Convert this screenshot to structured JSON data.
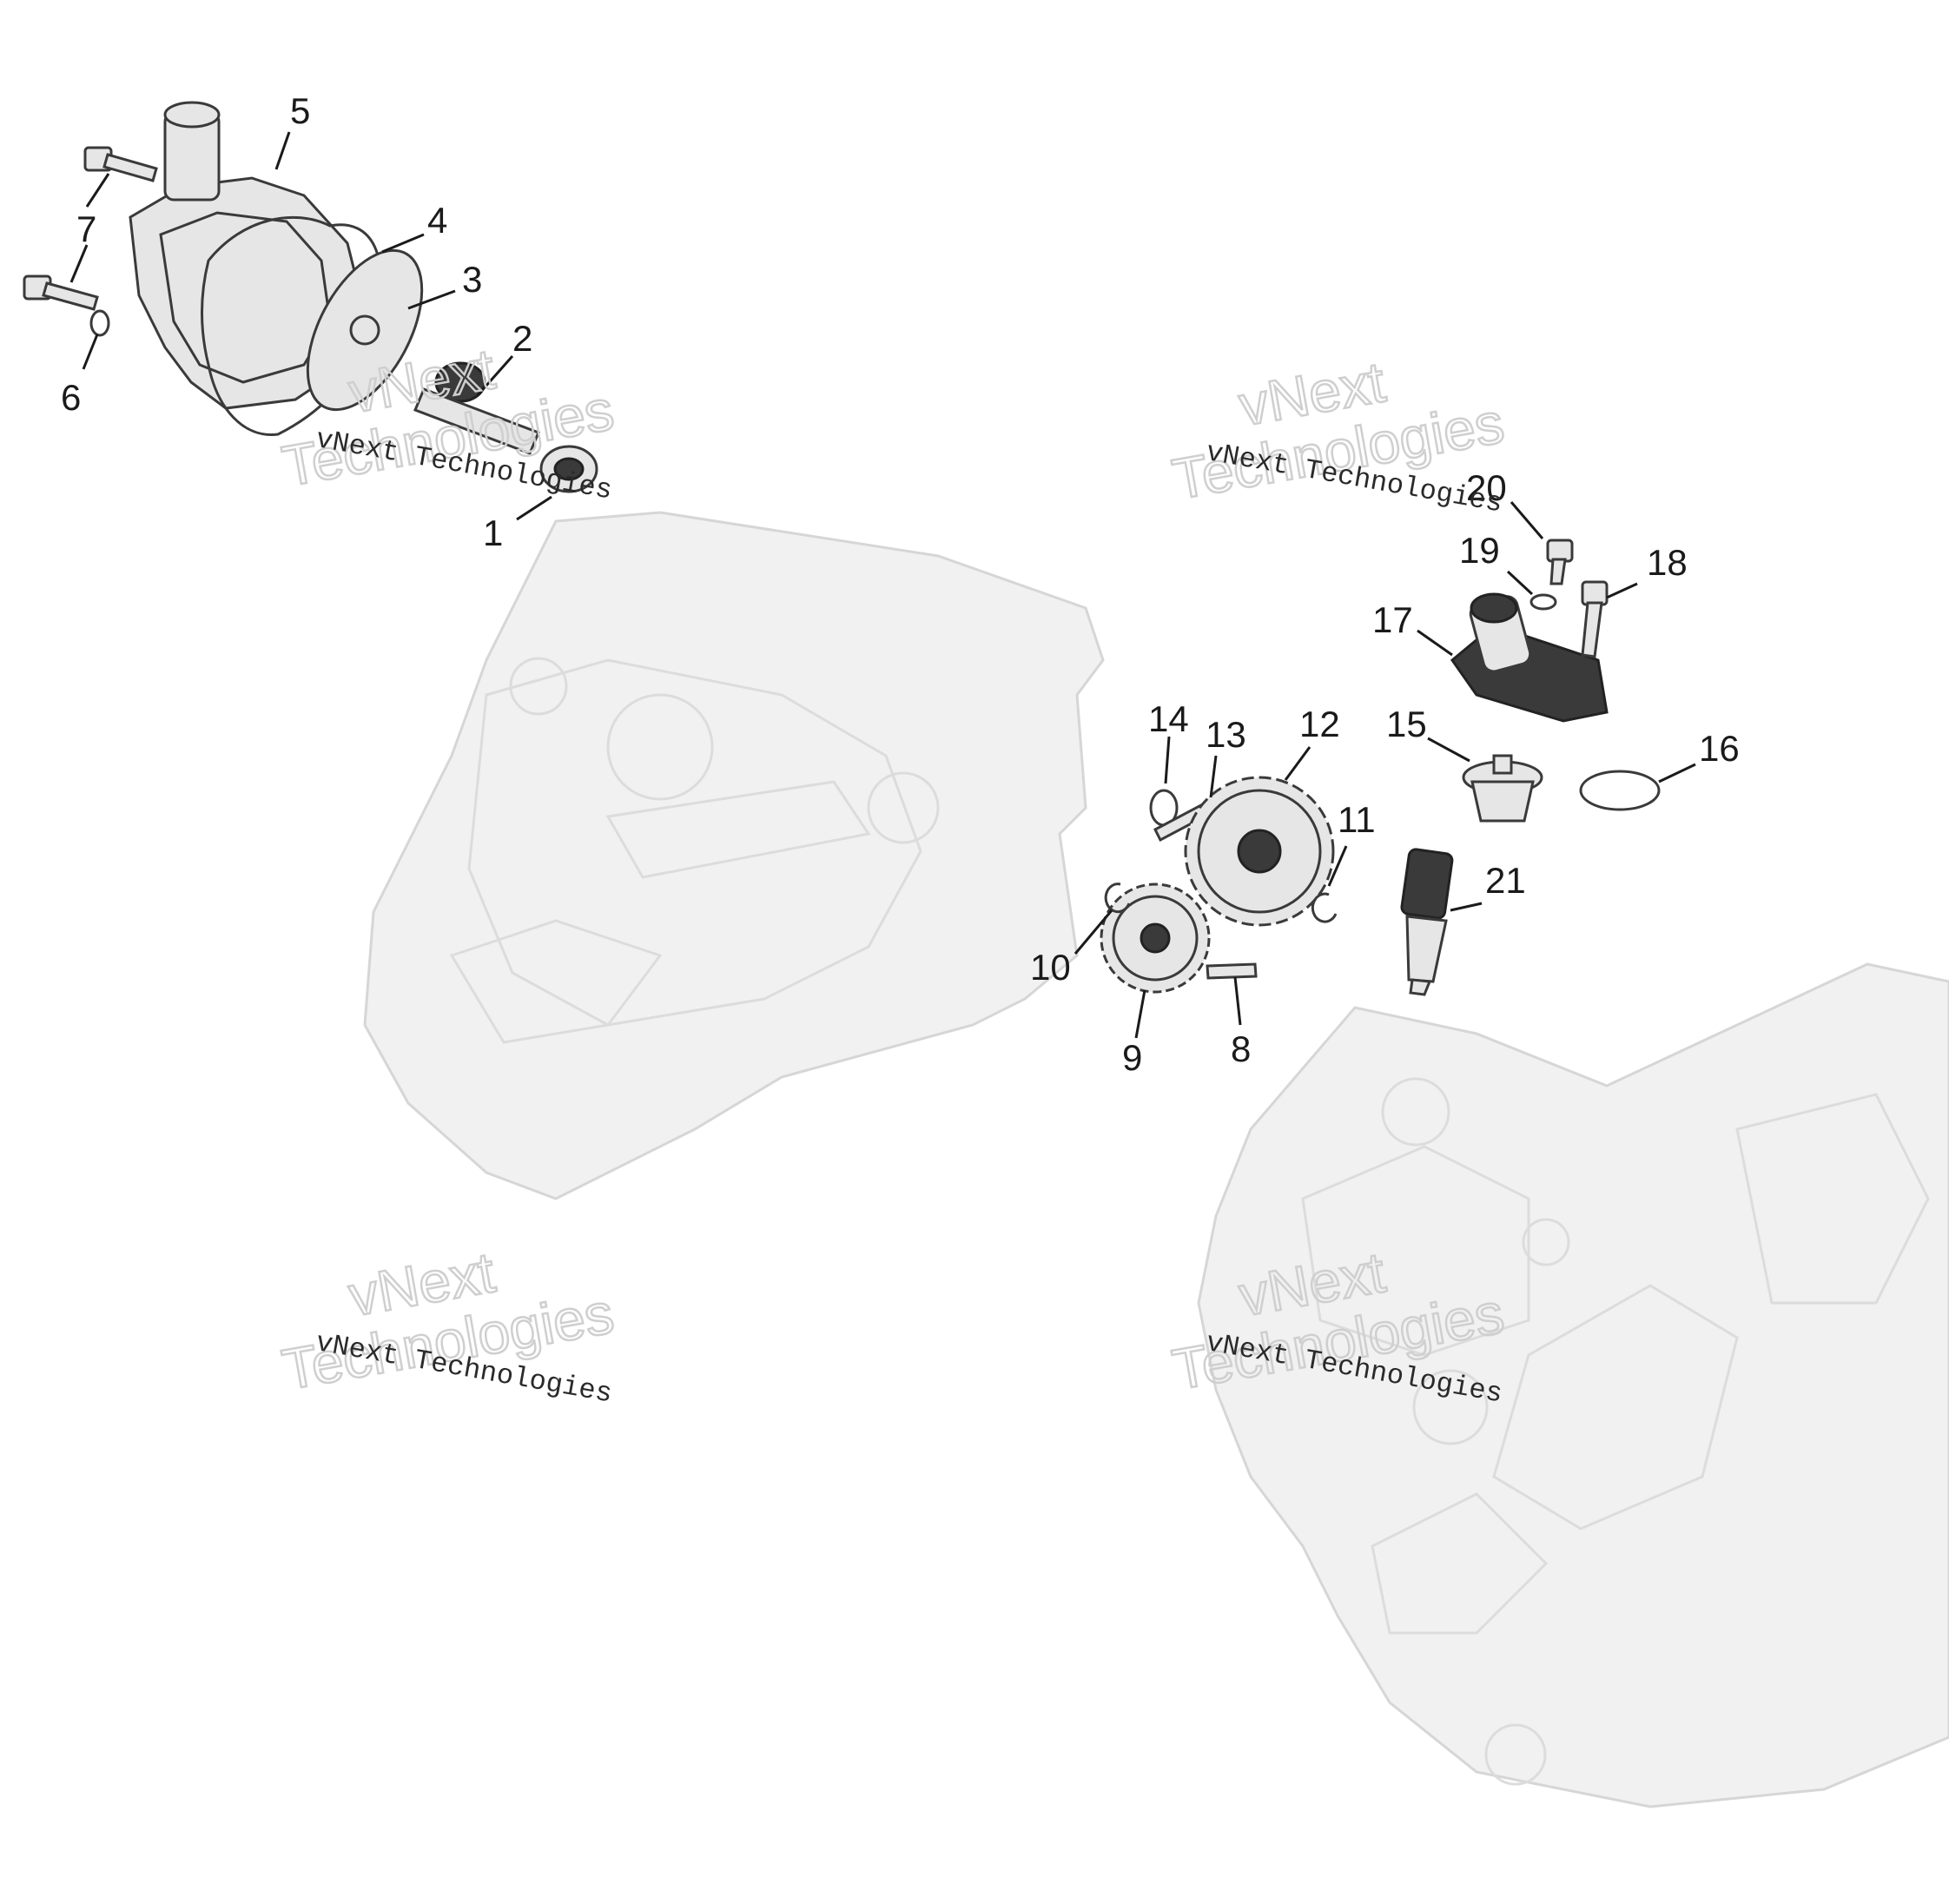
{
  "callouts": [
    {
      "n": "1"
    },
    {
      "n": "2"
    },
    {
      "n": "3"
    },
    {
      "n": "4"
    },
    {
      "n": "5"
    },
    {
      "n": "6"
    },
    {
      "n": "7"
    },
    {
      "n": "8"
    },
    {
      "n": "9"
    },
    {
      "n": "10"
    },
    {
      "n": "11"
    },
    {
      "n": "12"
    },
    {
      "n": "13"
    },
    {
      "n": "14"
    },
    {
      "n": "15"
    },
    {
      "n": "16"
    },
    {
      "n": "17"
    },
    {
      "n": "18"
    },
    {
      "n": "19"
    },
    {
      "n": "20"
    },
    {
      "n": "21"
    }
  ],
  "watermark": {
    "line_top": "vNext",
    "line_mid": "vNext Technologies",
    "line_big": "Technologies"
  }
}
